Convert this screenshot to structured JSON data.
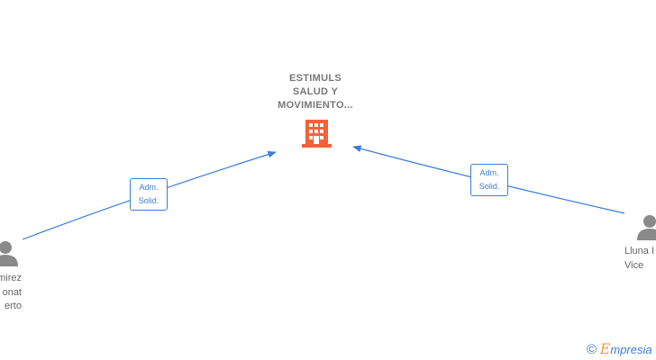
{
  "company": {
    "name_lines": [
      "ESTIMULS",
      "SALUD Y",
      "MOVIMIENTO..."
    ],
    "icon": "building-icon",
    "icon_color": "#f4623a"
  },
  "persons": [
    {
      "id": "left",
      "name_lines": [
        "mirez",
        "onat",
        "erto"
      ],
      "icon": "person-icon"
    },
    {
      "id": "right",
      "name_lines": [
        "Lluna I",
        "Vice"
      ],
      "icon": "person-icon"
    }
  ],
  "edges": [
    {
      "from": "left",
      "to": "company",
      "label_lines": [
        "Adm.",
        "Solid."
      ]
    },
    {
      "from": "right",
      "to": "company",
      "label_lines": [
        "Adm.",
        "Solid."
      ]
    }
  ],
  "colors": {
    "edge": "#3b7dd8",
    "person_icon": "#8a8a8a",
    "text": "#777777"
  },
  "brand": {
    "copyright": "©",
    "initial": "E",
    "rest": "mpresia"
  }
}
